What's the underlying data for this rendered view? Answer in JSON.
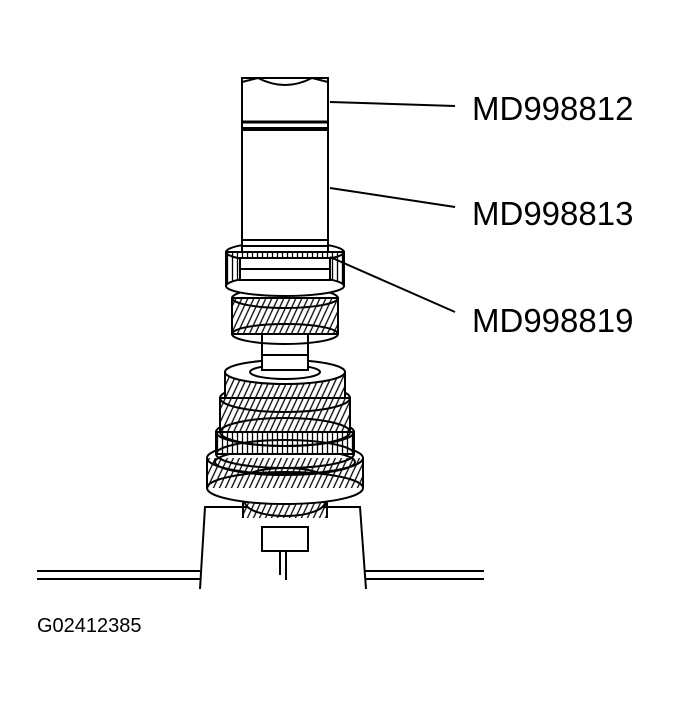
{
  "callouts": [
    {
      "label": "MD998812"
    },
    {
      "label": "MD998813"
    },
    {
      "label": "MD998819"
    }
  ],
  "figure_id": "G02412385",
  "colors": {
    "line": "#000000",
    "background": "#ffffff"
  }
}
